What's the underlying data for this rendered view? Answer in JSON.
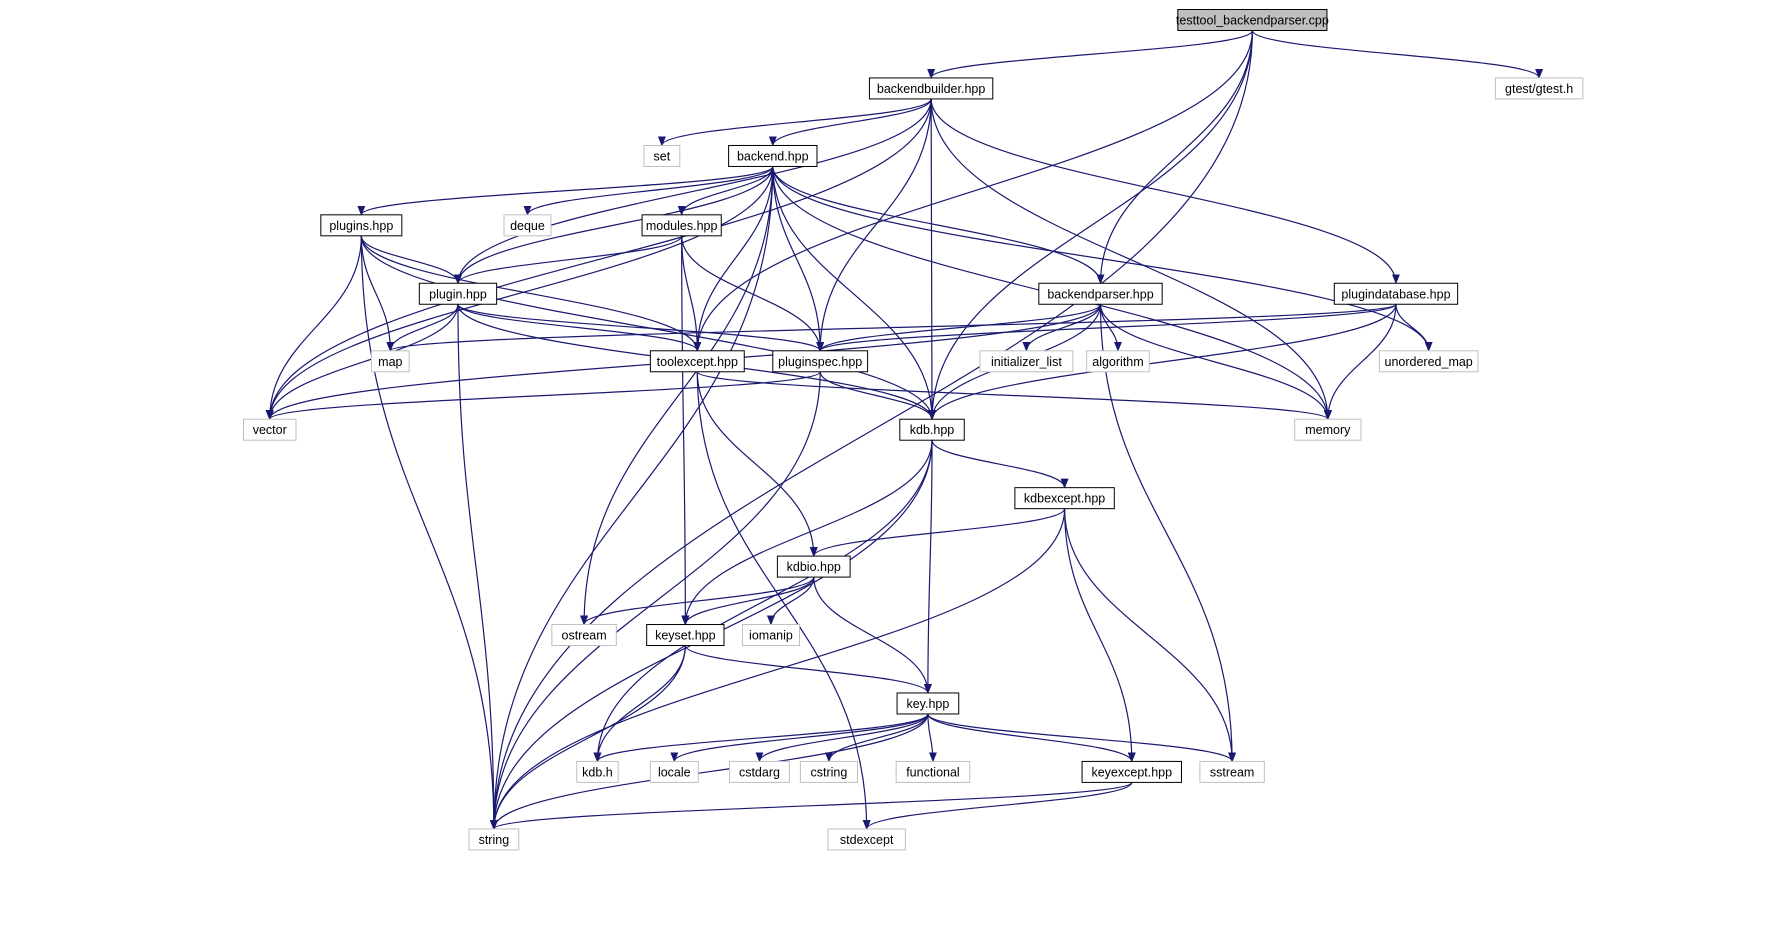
{
  "colors": {
    "edge": "#191970",
    "node_border": "#000000",
    "system_border": "#bfbfbf",
    "root_fill": "#bfbfbf",
    "fill": "#ffffff"
  },
  "nodes": [
    {
      "id": "testtool_backendparser",
      "label": "testtool_backendparser.cpp",
      "kind": "root"
    },
    {
      "id": "backendbuilder",
      "label": "backendbuilder.hpp",
      "kind": "project"
    },
    {
      "id": "gtest",
      "label": "gtest/gtest.h",
      "kind": "system"
    },
    {
      "id": "set",
      "label": "set",
      "kind": "system"
    },
    {
      "id": "backend",
      "label": "backend.hpp",
      "kind": "project"
    },
    {
      "id": "plugins",
      "label": "plugins.hpp",
      "kind": "project"
    },
    {
      "id": "deque",
      "label": "deque",
      "kind": "system"
    },
    {
      "id": "modules",
      "label": "modules.hpp",
      "kind": "project"
    },
    {
      "id": "plugin",
      "label": "plugin.hpp",
      "kind": "project"
    },
    {
      "id": "backendparser",
      "label": "backendparser.hpp",
      "kind": "project"
    },
    {
      "id": "plugindatabase",
      "label": "plugindatabase.hpp",
      "kind": "project"
    },
    {
      "id": "map",
      "label": "map",
      "kind": "system"
    },
    {
      "id": "toolexcept",
      "label": "toolexcept.hpp",
      "kind": "project"
    },
    {
      "id": "pluginspec",
      "label": "pluginspec.hpp",
      "kind": "project"
    },
    {
      "id": "initializer_list",
      "label": "initializer_list",
      "kind": "system"
    },
    {
      "id": "algorithm",
      "label": "algorithm",
      "kind": "system"
    },
    {
      "id": "unordered_map",
      "label": "unordered_map",
      "kind": "system"
    },
    {
      "id": "vector",
      "label": "vector",
      "kind": "system"
    },
    {
      "id": "kdb_hpp",
      "label": "kdb.hpp",
      "kind": "project"
    },
    {
      "id": "memory",
      "label": "memory",
      "kind": "system"
    },
    {
      "id": "kdbexcept",
      "label": "kdbexcept.hpp",
      "kind": "project"
    },
    {
      "id": "kdbio",
      "label": "kdbio.hpp",
      "kind": "project"
    },
    {
      "id": "ostream",
      "label": "ostream",
      "kind": "system"
    },
    {
      "id": "keyset",
      "label": "keyset.hpp",
      "kind": "project"
    },
    {
      "id": "iomanip",
      "label": "iomanip",
      "kind": "system"
    },
    {
      "id": "key",
      "label": "key.hpp",
      "kind": "project"
    },
    {
      "id": "kdb_h",
      "label": "kdb.h",
      "kind": "system"
    },
    {
      "id": "locale",
      "label": "locale",
      "kind": "system"
    },
    {
      "id": "cstdarg",
      "label": "cstdarg",
      "kind": "system"
    },
    {
      "id": "cstring",
      "label": "cstring",
      "kind": "system"
    },
    {
      "id": "functional",
      "label": "functional",
      "kind": "system"
    },
    {
      "id": "keyexcept",
      "label": "keyexcept.hpp",
      "kind": "project"
    },
    {
      "id": "sstream",
      "label": "sstream",
      "kind": "system"
    },
    {
      "id": "string",
      "label": "string",
      "kind": "system"
    },
    {
      "id": "stdexcept",
      "label": "stdexcept",
      "kind": "system"
    }
  ],
  "edges": [
    [
      "testtool_backendparser",
      "backendbuilder"
    ],
    [
      "testtool_backendparser",
      "gtest"
    ],
    [
      "testtool_backendparser",
      "backendparser"
    ],
    [
      "testtool_backendparser",
      "toolexcept"
    ],
    [
      "testtool_backendparser",
      "kdb_hpp"
    ],
    [
      "testtool_backendparser",
      "string"
    ],
    [
      "backendbuilder",
      "set"
    ],
    [
      "backendbuilder",
      "backend"
    ],
    [
      "backendbuilder",
      "vector"
    ],
    [
      "backendbuilder",
      "plugin"
    ],
    [
      "backendbuilder",
      "pluginspec"
    ],
    [
      "backendbuilder",
      "plugindatabase"
    ],
    [
      "backendbuilder",
      "kdb_hpp"
    ],
    [
      "backendbuilder",
      "memory"
    ],
    [
      "backend",
      "plugins"
    ],
    [
      "backend",
      "deque"
    ],
    [
      "backend",
      "modules"
    ],
    [
      "backend",
      "plugin"
    ],
    [
      "backend",
      "backendparser"
    ],
    [
      "backend",
      "toolexcept"
    ],
    [
      "backend",
      "pluginspec"
    ],
    [
      "backend",
      "vector"
    ],
    [
      "backend",
      "string"
    ],
    [
      "backend",
      "ostream"
    ],
    [
      "backend",
      "kdb_hpp"
    ],
    [
      "backend",
      "unordered_map"
    ],
    [
      "backend",
      "memory"
    ],
    [
      "plugins",
      "plugin"
    ],
    [
      "plugins",
      "map"
    ],
    [
      "plugins",
      "vector"
    ],
    [
      "plugins",
      "toolexcept"
    ],
    [
      "plugins",
      "kdb_hpp"
    ],
    [
      "plugins",
      "string"
    ],
    [
      "modules",
      "plugin"
    ],
    [
      "modules",
      "toolexcept"
    ],
    [
      "modules",
      "pluginspec"
    ],
    [
      "modules",
      "keyset"
    ],
    [
      "plugin",
      "map"
    ],
    [
      "plugin",
      "vector"
    ],
    [
      "plugin",
      "toolexcept"
    ],
    [
      "plugin",
      "pluginspec"
    ],
    [
      "plugin",
      "kdb_hpp"
    ],
    [
      "plugin",
      "string"
    ],
    [
      "backendparser",
      "pluginspec"
    ],
    [
      "backendparser",
      "initializer_list"
    ],
    [
      "backendparser",
      "algorithm"
    ],
    [
      "backendparser",
      "vector"
    ],
    [
      "backendparser",
      "kdb_hpp"
    ],
    [
      "backendparser",
      "memory"
    ],
    [
      "backendparser",
      "sstream"
    ],
    [
      "plugindatabase",
      "pluginspec"
    ],
    [
      "plugindatabase",
      "map"
    ],
    [
      "plugindatabase",
      "unordered_map"
    ],
    [
      "plugindatabase",
      "kdb_hpp"
    ],
    [
      "plugindatabase",
      "memory"
    ],
    [
      "toolexcept",
      "kdbio"
    ],
    [
      "toolexcept",
      "stdexcept"
    ],
    [
      "toolexcept",
      "memory"
    ],
    [
      "pluginspec",
      "kdb_hpp"
    ],
    [
      "pluginspec",
      "vector"
    ],
    [
      "pluginspec",
      "string"
    ],
    [
      "kdb_hpp",
      "kdbexcept"
    ],
    [
      "kdb_hpp",
      "keyset"
    ],
    [
      "kdb_hpp",
      "key"
    ],
    [
      "kdb_hpp",
      "kdb_h"
    ],
    [
      "kdb_hpp",
      "string"
    ],
    [
      "kdbexcept",
      "kdbio"
    ],
    [
      "kdbexcept",
      "keyexcept"
    ],
    [
      "kdbexcept",
      "sstream"
    ],
    [
      "kdbexcept",
      "string"
    ],
    [
      "kdbio",
      "ostream"
    ],
    [
      "kdbio",
      "keyset"
    ],
    [
      "kdbio",
      "iomanip"
    ],
    [
      "kdbio",
      "key"
    ],
    [
      "keyset",
      "key"
    ],
    [
      "keyset",
      "kdb_h"
    ],
    [
      "keyset",
      "string"
    ],
    [
      "key",
      "kdb_h"
    ],
    [
      "key",
      "locale"
    ],
    [
      "key",
      "cstdarg"
    ],
    [
      "key",
      "cstring"
    ],
    [
      "key",
      "functional"
    ],
    [
      "key",
      "keyexcept"
    ],
    [
      "key",
      "sstream"
    ],
    [
      "key",
      "string"
    ],
    [
      "keyexcept",
      "string"
    ],
    [
      "keyexcept",
      "stdexcept"
    ]
  ]
}
